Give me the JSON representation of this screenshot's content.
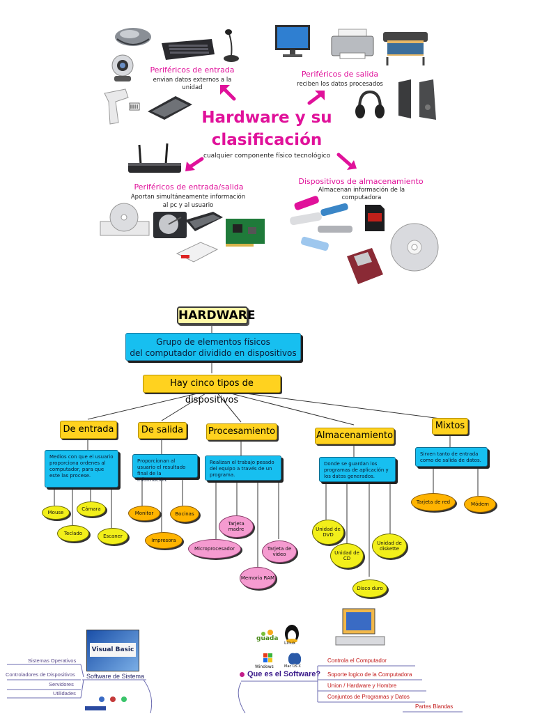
{
  "section1": {
    "title_line1": "Hardware y su",
    "title_line2": "clasificación",
    "title_sub": "cualquier componente físico tecnológico",
    "entrada": {
      "label": "Periféricos de entrada",
      "sub1": "envian datos externos a la",
      "sub2": "unidad"
    },
    "salida": {
      "label": "Periféricos de salida",
      "sub1": "reciben los datos procesados"
    },
    "entrada_salida": {
      "label": "Periféricos de entrada/salida",
      "sub1": "Aportan simultáneamente información",
      "sub2": "al pc y al usuario"
    },
    "almacenamiento": {
      "label": "Dispositivos de almacenamiento",
      "sub1": "Almacenan información de la computadora"
    },
    "accent": "#e0119a"
  },
  "section2": {
    "root": "HARDWARE",
    "definition_line1": "Grupo de elementos físicos",
    "definition_line2": "del computador dividido en dispositivos",
    "types": "Hay cinco tipos de dispositivos",
    "categories": [
      {
        "name": "De entrada",
        "desc": "Medios con que el usuario proporciona ordenes al computador, para que este las procese.",
        "items": [
          "Mouse",
          "Cámara",
          "Teclado",
          "Escaner"
        ]
      },
      {
        "name": "De salida",
        "desc": "Proporcionan al usuario el resultado final de la información.",
        "items": [
          "Monitor",
          "Bocinas",
          "Impresora"
        ]
      },
      {
        "name": "Procesamiento",
        "desc": "Realizan el trabajo pesado del equipo a través de un programa.",
        "items": [
          "Tarjeta madre",
          "Microprocesador",
          "Tarjeta de video",
          "Memoria RAM"
        ]
      },
      {
        "name": "Almacenamiento",
        "desc": "Donde se guardan los programas de aplicación y los datos generados.",
        "items": [
          "Unidad de DVD",
          "Unidad de CD",
          "Unidad de diskette",
          "Disco duro"
        ]
      },
      {
        "name": "Mixtos",
        "desc": "Sirven tanto de entrada como de salida de datos.",
        "items": [
          "Tarjeta de red",
          "Módem"
        ]
      }
    ],
    "colors": {
      "cyan": "#17bff0",
      "yellow": "#ffd21f",
      "oval_yellow": "#f2ef1a",
      "oval_orange": "#ffb400",
      "oval_pink": "#f59bd0"
    }
  },
  "section3": {
    "left_items": [
      "Sistemas Operativos",
      "Controladores de Dispositivos",
      "Servidores",
      "Utilidades"
    ],
    "left_title": "Software de Sistema",
    "vb_logo": "Visual Basic",
    "center_title": "Que es el Software?",
    "logos": [
      "guada",
      "Linux",
      "Windows",
      "Mac OS X"
    ],
    "right_items": [
      "Controla el Computador",
      "Soporte logico de la Computadora",
      "Union / Hardware y Hombre",
      "Conjuntos de Programas y Datos"
    ],
    "bottom_right": "Partes Blandas"
  }
}
